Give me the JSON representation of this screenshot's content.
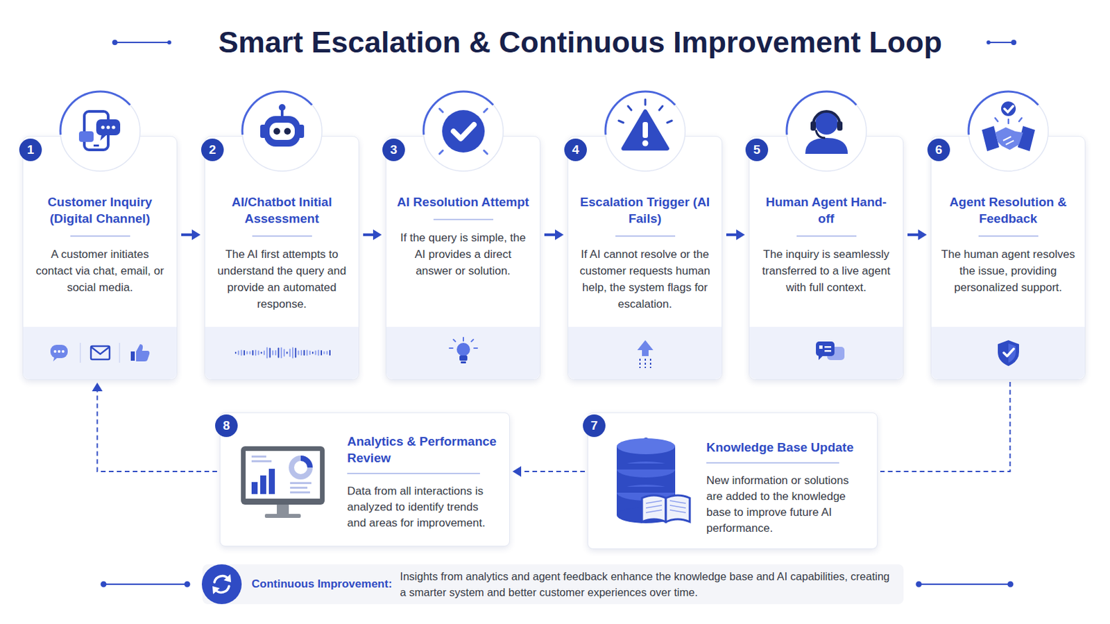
{
  "diagram": {
    "title": "Smart Escalation & Continuous Improvement Loop",
    "nodes": [
      {
        "text": [
          "1",
          "Customer Inquiry (Digital Channel)",
          "A customer initiates contact via chat, email, or social media."
        ]
      },
      {
        "text": [
          "2",
          "AI/Chatbot Initial Assessment",
          "The AI first attempts to understand the query and provide an automated response."
        ]
      },
      {
        "text": [
          "3",
          "AI Resolution Attempt",
          "If the query is simple, the AI provides a direct answer or solution."
        ]
      },
      {
        "text": [
          "4",
          "Escalation Trigger (AI Fails)",
          "If AI cannot resolve or the customer requests human help, the system flags for escalation."
        ]
      },
      {
        "text": [
          "5",
          "Human Agent Hand-off",
          "The inquiry is seamlessly transferred to a live agent with full context."
        ]
      },
      {
        "text": [
          "6",
          "Agent Resolution & Feedback",
          "The human agent resolves the issue, providing personalized support."
        ]
      },
      {
        "text": [
          "7",
          "Knowledge Base Update",
          "New information or solutions are added to the knowledge base to improve future AI performance."
        ]
      },
      {
        "text": [
          "8",
          "Analytics & Performance Review",
          "Data from all interactions is analyzed to identify trends and areas for improvement."
        ]
      },
      {
        "text": [
          "Continuous Improvement:",
          "Insights from analytics and agent feedback enhance the knowledge base and AI capabilities, creating a smarter system and better customer experiences over time."
        ]
      }
    ],
    "edges": [
      {
        "from": 0,
        "to": 1,
        "arrow": "to"
      },
      {
        "from": 1,
        "to": 2,
        "arrow": "to"
      },
      {
        "from": 2,
        "to": 3,
        "arrow": "to"
      },
      {
        "from": 3,
        "to": 4,
        "arrow": "to"
      },
      {
        "from": 4,
        "to": 5,
        "arrow": "to"
      },
      {
        "from": 5,
        "to": 6,
        "arrow": "none"
      },
      {
        "from": 6,
        "to": 7,
        "arrow": "to"
      },
      {
        "from": 7,
        "to": 0,
        "arrow": "to"
      }
    ]
  }
}
